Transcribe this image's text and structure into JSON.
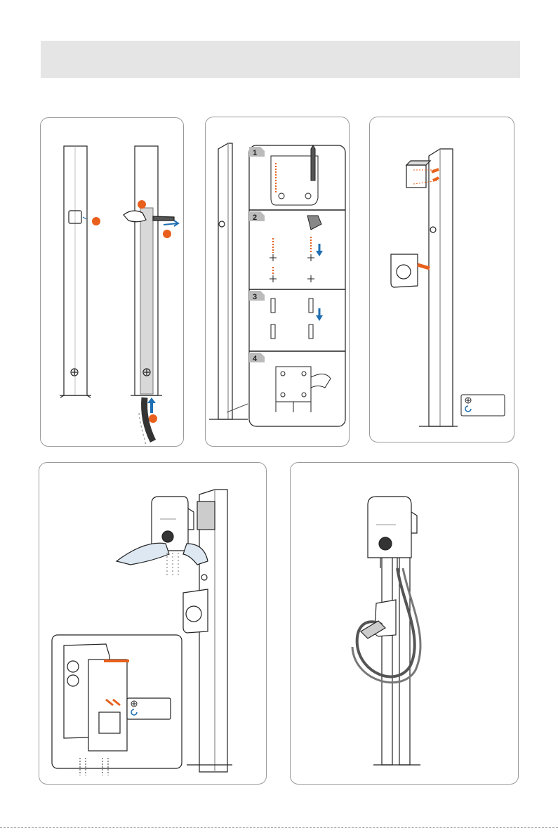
{
  "header": {
    "title": ""
  },
  "steps": [
    {
      "id": "run-cable",
      "callouts": [
        "",
        "",
        ""
      ]
    },
    {
      "id": "mount-bracket",
      "substeps": [
        "1",
        "2",
        "3",
        "4"
      ]
    },
    {
      "id": "attach-bracket-and-holder",
      "legend": [
        "",
        ""
      ]
    },
    {
      "id": "hang-charger",
      "legend": [
        "",
        ""
      ]
    },
    {
      "id": "finished"
    }
  ],
  "colors": {
    "accent_orange": "#e8601c",
    "arrow_blue": "#1f6fb2",
    "line": "#222222",
    "header_gray": "#e5e5e5"
  },
  "icons": [
    "phillips-screw-icon",
    "tighten-arrow-icon",
    "drill-icon",
    "screwdriver-icon",
    "hand-icon"
  ]
}
